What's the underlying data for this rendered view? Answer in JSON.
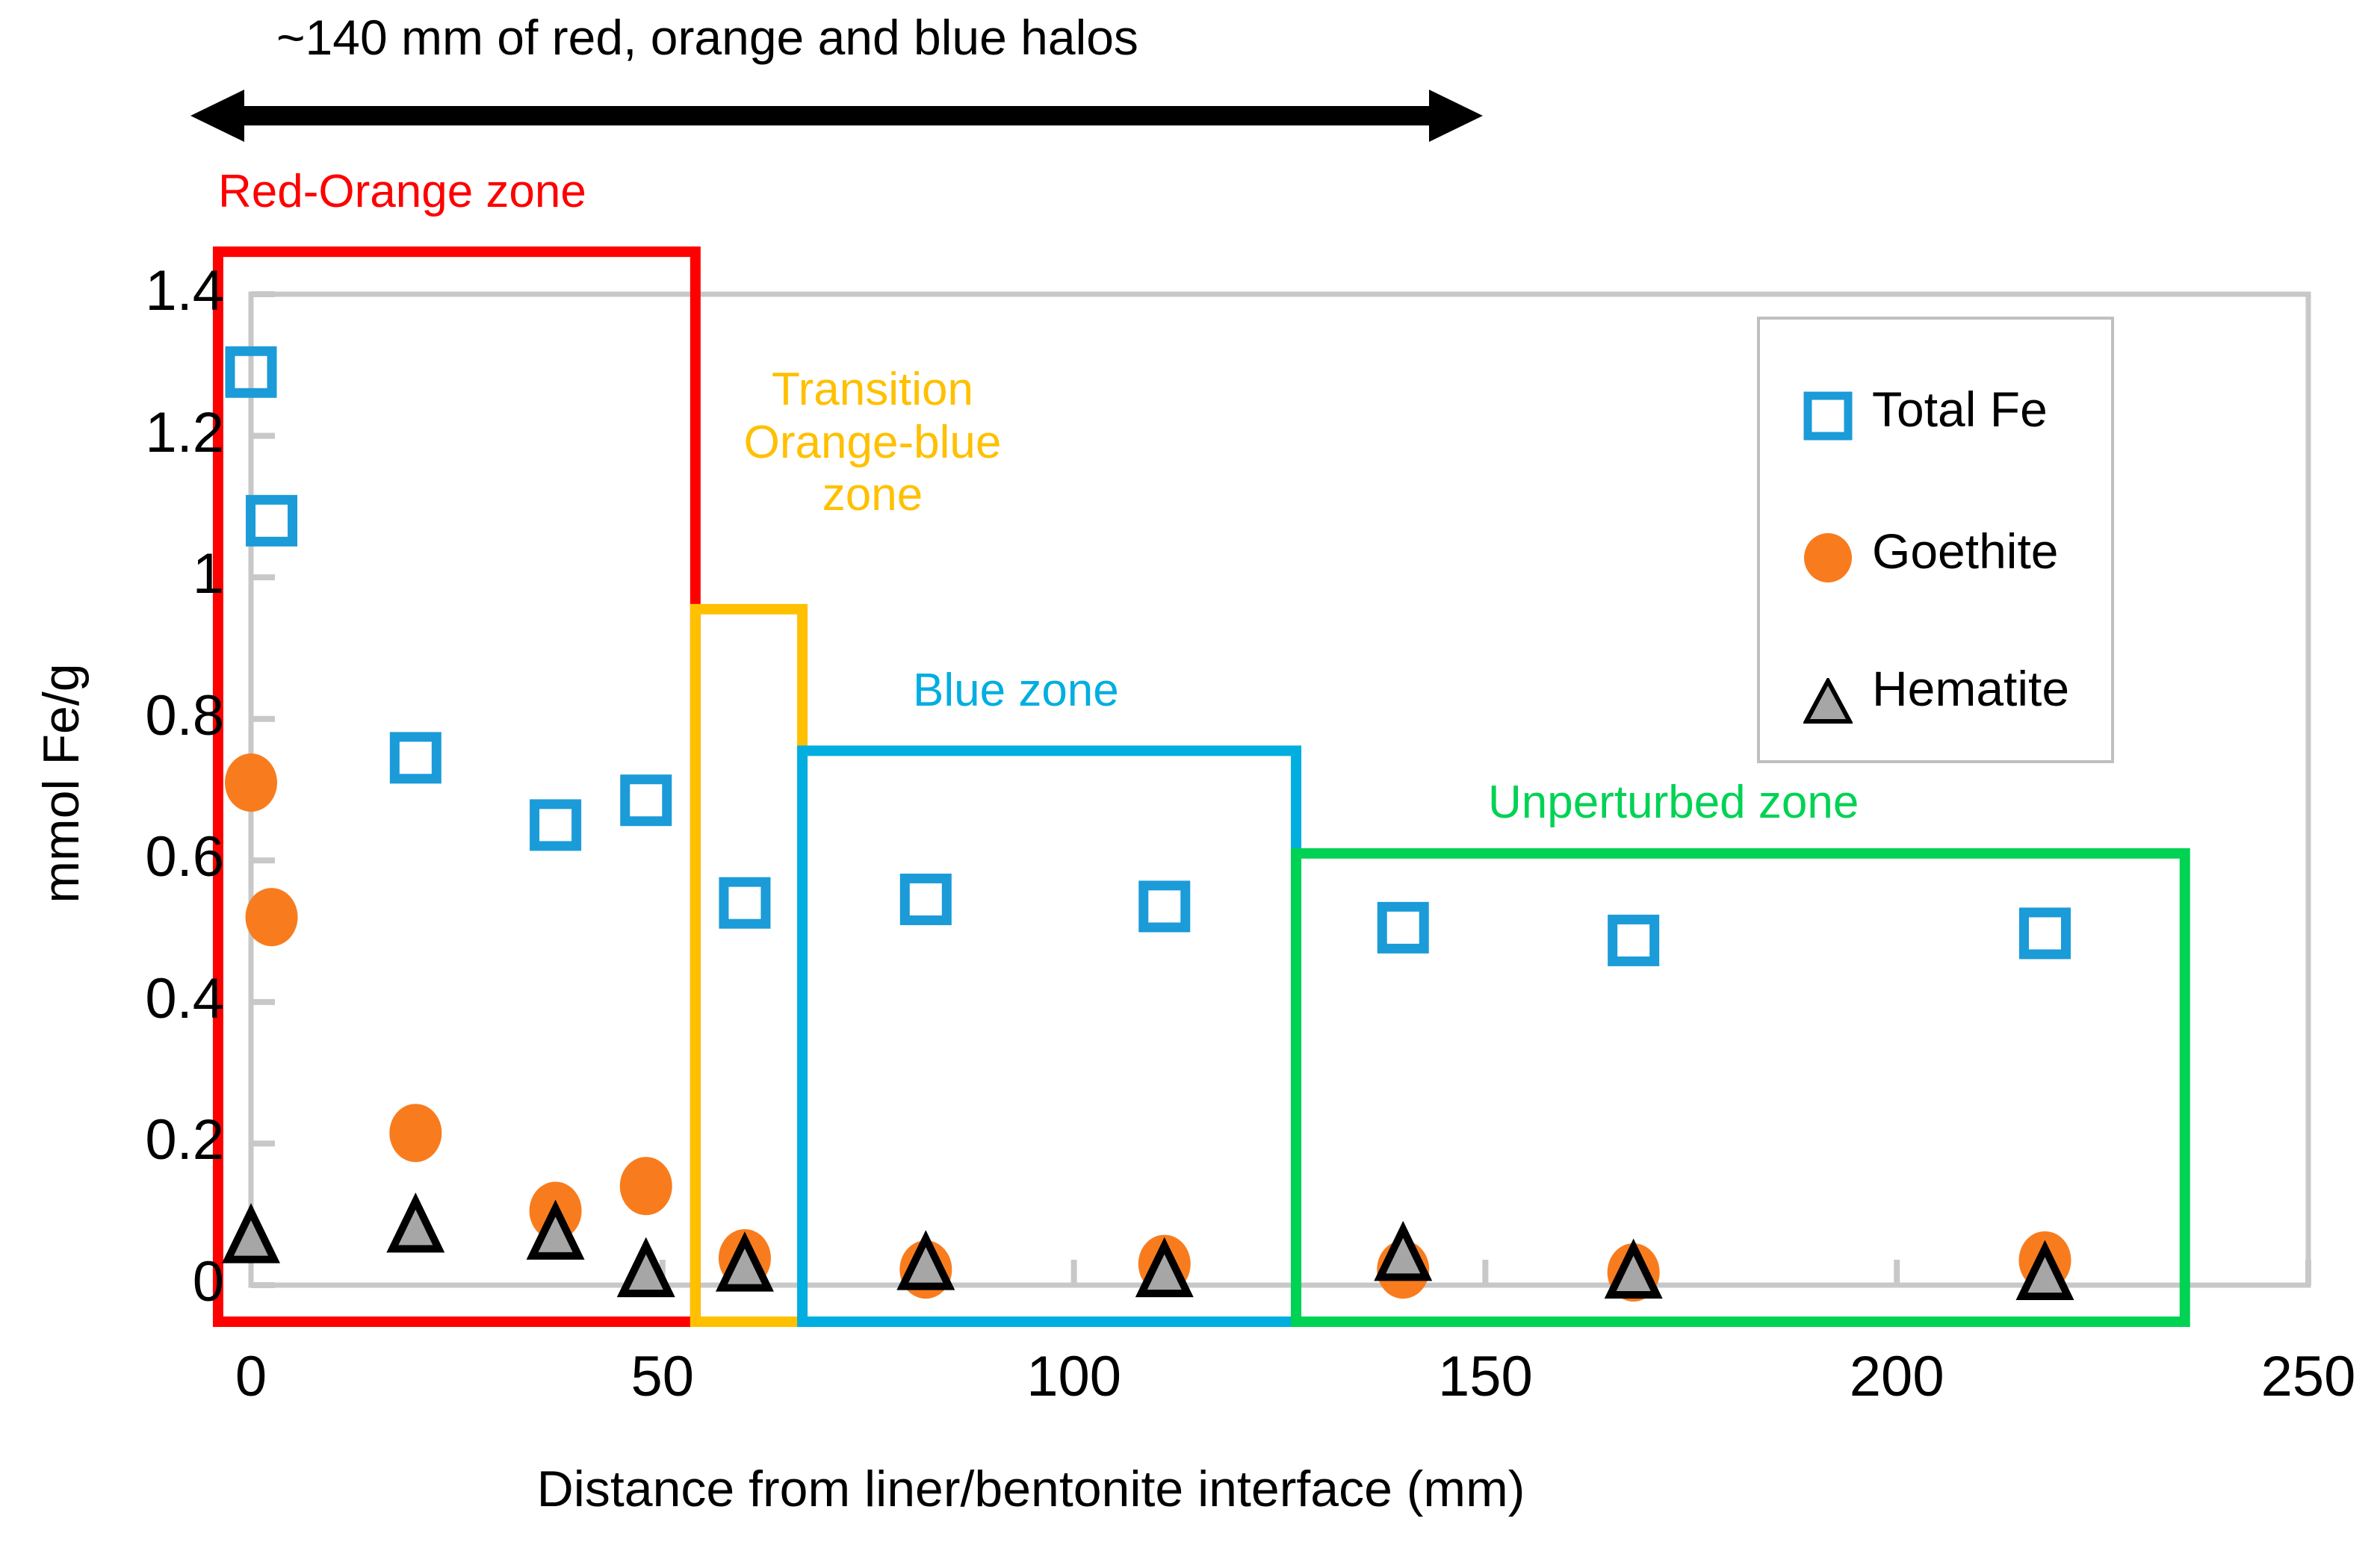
{
  "annotation": {
    "arrow_caption": "~140 mm of red, orange and blue halos",
    "arrow_icon": "double-headed-arrow-icon"
  },
  "zones": [
    {
      "key": "red_orange",
      "label": "Red-Orange zone",
      "color": "#FF0000",
      "x_start_mm": -4,
      "x_end_mm": 54,
      "top_value": 1.46
    },
    {
      "key": "transition",
      "label": "Transition\nOrange-blue\nzone",
      "lines": [
        "Transition",
        "Orange-blue",
        "zone"
      ],
      "color": "#FFC000",
      "x_start_mm": 54,
      "x_end_mm": 67,
      "top_value": 0.955
    },
    {
      "key": "blue",
      "label": "Blue zone",
      "color": "#00AEE0",
      "x_start_mm": 67,
      "x_end_mm": 127,
      "top_value": 0.755
    },
    {
      "key": "unperturbed",
      "label": "Unperturbed zone",
      "color": "#00D254",
      "x_start_mm": 127,
      "x_end_mm": 235,
      "top_value": 0.61
    }
  ],
  "legend": {
    "position": "top-right",
    "entries": [
      {
        "name": "Total Fe",
        "marker": "open-square",
        "color": "#1B9BD8"
      },
      {
        "name": "Goethite",
        "marker": "filled-circle",
        "color": "#F87C1E"
      },
      {
        "name": "Hematite",
        "marker": "filled-triangle",
        "color": "#A6A6A6"
      }
    ]
  },
  "chart_data": {
    "type": "scatter",
    "title": "",
    "xlabel": "Distance from liner/bentonite interface (mm)",
    "ylabel": "mmol Fe/g",
    "xlim": [
      0,
      250
    ],
    "ylim": [
      0,
      1.4
    ],
    "xticks": [
      0,
      50,
      100,
      150,
      200,
      250
    ],
    "xtick_labels": [
      "0",
      "50",
      "100",
      "150",
      "200",
      "250"
    ],
    "yticks": [
      0,
      0.2,
      0.4,
      0.6,
      0.8,
      1,
      1.2,
      1.4
    ],
    "ytick_labels": [
      "0",
      "0.2",
      "0.4",
      "0.6",
      "0.8",
      "1",
      "1.2",
      "1.4"
    ],
    "grid": false,
    "series": [
      {
        "name": "Total Fe",
        "marker": "open-square",
        "color": "#1B9BD8",
        "points": [
          {
            "x": 0,
            "y": 1.29
          },
          {
            "x": 2.5,
            "y": 1.08
          },
          {
            "x": 20,
            "y": 0.745
          },
          {
            "x": 37,
            "y": 0.65
          },
          {
            "x": 48,
            "y": 0.685
          },
          {
            "x": 60,
            "y": 0.54
          },
          {
            "x": 82,
            "y": 0.545
          },
          {
            "x": 111,
            "y": 0.535
          },
          {
            "x": 140,
            "y": 0.505
          },
          {
            "x": 168,
            "y": 0.487
          },
          {
            "x": 218,
            "y": 0.497
          }
        ]
      },
      {
        "name": "Goethite",
        "marker": "filled-circle",
        "color": "#F87C1E",
        "points": [
          {
            "x": 0,
            "y": 0.71
          },
          {
            "x": 2.5,
            "y": 0.52
          },
          {
            "x": 20,
            "y": 0.215
          },
          {
            "x": 37,
            "y": 0.105
          },
          {
            "x": 48,
            "y": 0.14
          },
          {
            "x": 60,
            "y": 0.038
          },
          {
            "x": 82,
            "y": 0.022
          },
          {
            "x": 111,
            "y": 0.03
          },
          {
            "x": 140,
            "y": 0.022
          },
          {
            "x": 168,
            "y": 0.018
          },
          {
            "x": 218,
            "y": 0.035
          }
        ]
      },
      {
        "name": "Hematite",
        "marker": "filled-triangle",
        "color": "#A6A6A6",
        "points": [
          {
            "x": 0,
            "y": 0.07
          },
          {
            "x": 20,
            "y": 0.085
          },
          {
            "x": 37,
            "y": 0.075
          },
          {
            "x": 48,
            "y": 0.022
          },
          {
            "x": 60,
            "y": 0.03
          },
          {
            "x": 82,
            "y": 0.032
          },
          {
            "x": 111,
            "y": 0.022
          },
          {
            "x": 140,
            "y": 0.045
          },
          {
            "x": 168,
            "y": 0.02
          },
          {
            "x": 218,
            "y": 0.018
          }
        ]
      }
    ]
  }
}
